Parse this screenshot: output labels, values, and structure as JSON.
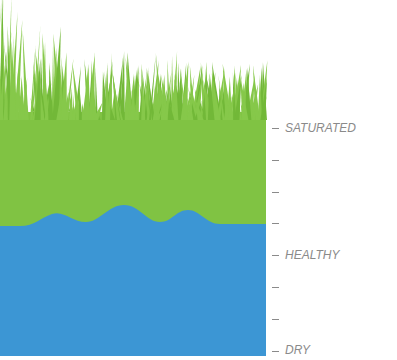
{
  "diagram": {
    "labels": [
      "SATURATED",
      "HEALTHY",
      "DRY"
    ]
  }
}
